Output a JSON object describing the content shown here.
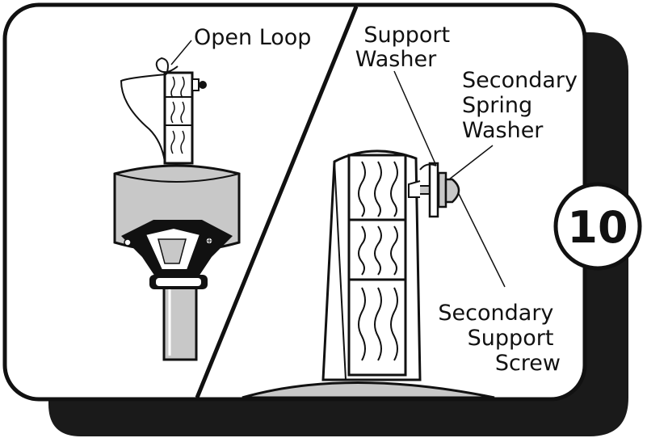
{
  "step": {
    "number": "10"
  },
  "left_panel": {
    "labels": {
      "open_loop": "Open Loop"
    }
  },
  "right_panel": {
    "labels": {
      "support_washer": [
        "Support",
        "Washer"
      ],
      "secondary_spring_washer": [
        "Secondary",
        "Spring",
        "Washer"
      ],
      "secondary_support_screw": [
        "Secondary",
        "Support",
        "Screw"
      ]
    }
  },
  "colors": {
    "outline": "#111111",
    "shadow": "#1a1a1a",
    "shade": "#c8c8c8",
    "panel": "#ffffff"
  }
}
